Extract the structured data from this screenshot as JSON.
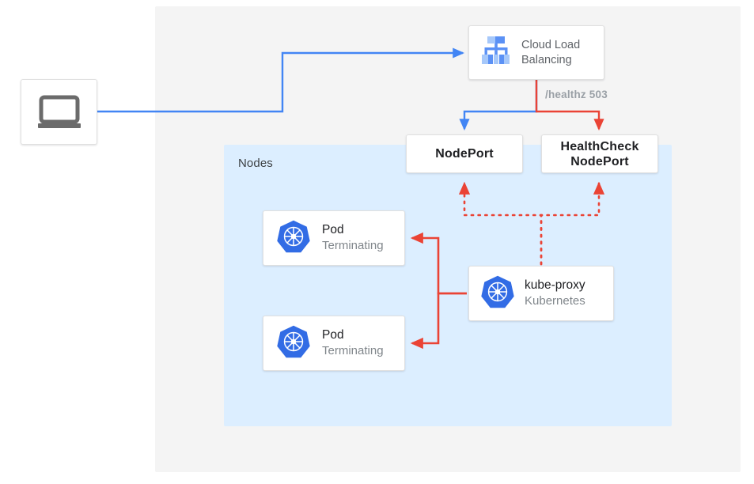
{
  "diagram": {
    "title": "Kubernetes external traffic policy health check diagram",
    "colors": {
      "panel_background": "#f4f4f4",
      "nodes_region": "#dceeff",
      "traffic_blue": "#4285f4",
      "health_red": "#ea4335",
      "kubernetes_blue": "#326ce5",
      "card_white": "#ffffff",
      "text_dark": "#202124",
      "text_muted": "#80868b"
    },
    "regions": {
      "nodes": {
        "label": "Nodes"
      }
    },
    "nodes": {
      "client": {
        "icon": "laptop-icon",
        "label": ""
      },
      "cloud_load_balancing": {
        "icon": "cloud-load-balancing-icon",
        "line1": "Cloud Load",
        "line2": "Balancing"
      },
      "nodeport": {
        "label": "NodePort"
      },
      "healthcheck_nodeport": {
        "line1": "HealthCheck",
        "line2": "NodePort"
      },
      "pod_1": {
        "icon": "kubernetes-icon",
        "title": "Pod",
        "subtitle": "Terminating"
      },
      "pod_2": {
        "icon": "kubernetes-icon",
        "title": "Pod",
        "subtitle": "Terminating"
      },
      "kube_proxy": {
        "icon": "kubernetes-icon",
        "title": "kube-proxy",
        "subtitle": "Kubernetes"
      }
    },
    "edges": {
      "healthz": {
        "label": "/healthz 503"
      }
    }
  }
}
